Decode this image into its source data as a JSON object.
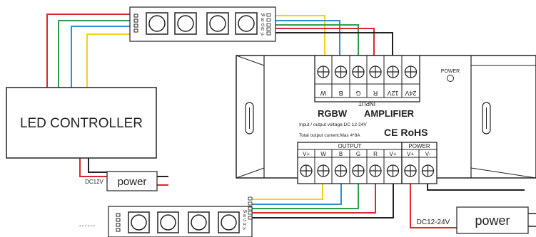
{
  "controller": {
    "label": "LED CONTROLLER"
  },
  "power_small": {
    "label": "power",
    "voltage": "DC12V"
  },
  "power_large": {
    "label": "power",
    "voltage": "DC12-24V"
  },
  "amplifier": {
    "title": "RGBW",
    "title2": "AMPLIFIER",
    "input_header": "INPUT",
    "input_pins": [
      "W",
      "B",
      "G",
      "R",
      "12V",
      "24V"
    ],
    "power_indicator": "POWER",
    "spec_voltage": "Input / output voltage:DC 12-24V",
    "spec_current": "Total output current:Max 4*8A",
    "cert": "CE RoHS",
    "output_header": "OUTPUT",
    "output_pins": [
      "V+",
      "W",
      "B",
      "G",
      "R",
      "V+"
    ],
    "power_header": "POWER",
    "power_pins": [
      "V+",
      "V-"
    ]
  },
  "strip_top": {
    "pins": [
      "W",
      "B",
      "G",
      "R",
      "V-"
    ]
  },
  "strip_bottom": {
    "pins": [
      "W",
      "B",
      "G",
      "R",
      "V-"
    ],
    "ellipsis": "……"
  },
  "colors": {
    "red": "#d9282f",
    "green": "#2e9e4f",
    "blue": "#2b8fd6",
    "yellow": "#f2d21b",
    "black": "#222222"
  }
}
